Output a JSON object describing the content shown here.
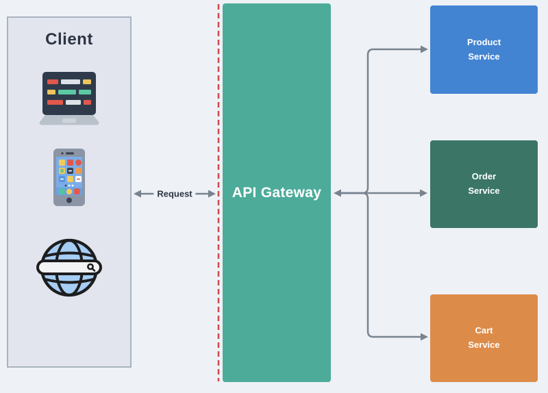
{
  "diagram": {
    "background": "#eef1f6",
    "arrow_color": "#78838f",
    "text_dark": "#2d3543"
  },
  "client": {
    "title": "Client",
    "bg": "#e3e5ee",
    "border": "#a9b3bf",
    "icons": [
      {
        "name": "laptop-icon"
      },
      {
        "name": "smartphone-icon"
      },
      {
        "name": "web-browser-globe-search-icon"
      }
    ]
  },
  "request": {
    "label": "Request"
  },
  "gateway": {
    "title": "API Gateway",
    "bg": "#4dab9a",
    "text_color": "#ffffff",
    "boundary_color": "#d04a4a",
    "boundary_style": "dashed"
  },
  "services": [
    {
      "label": "Product Service",
      "bg": "#4384d2"
    },
    {
      "label": "Order Service",
      "bg": "#3a7565"
    },
    {
      "label": "Cart Service",
      "bg": "#dd8b49"
    }
  ]
}
